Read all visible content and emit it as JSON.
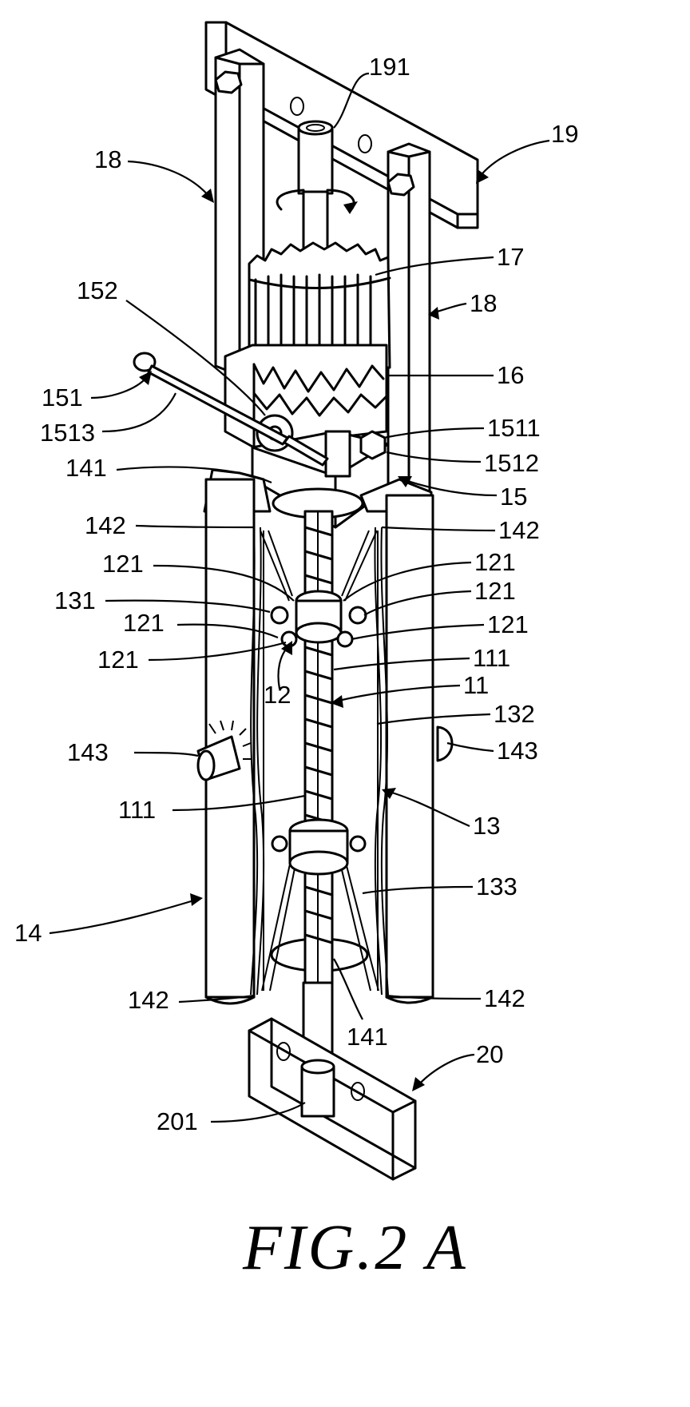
{
  "caption": "FIG.2 A",
  "labels": [
    {
      "id": "l191",
      "text": "191"
    },
    {
      "id": "l19",
      "text": "19"
    },
    {
      "id": "l18a",
      "text": "18"
    },
    {
      "id": "l18b",
      "text": "18"
    },
    {
      "id": "l17",
      "text": "17"
    },
    {
      "id": "l152",
      "text": "152"
    },
    {
      "id": "l16",
      "text": "16"
    },
    {
      "id": "l151",
      "text": "151"
    },
    {
      "id": "l1513",
      "text": "1513"
    },
    {
      "id": "l1511",
      "text": "1511"
    },
    {
      "id": "l141a",
      "text": "141"
    },
    {
      "id": "l1512",
      "text": "1512"
    },
    {
      "id": "l15",
      "text": "15"
    },
    {
      "id": "l142a",
      "text": "142"
    },
    {
      "id": "l142b",
      "text": "142"
    },
    {
      "id": "l121a",
      "text": "121"
    },
    {
      "id": "l121b",
      "text": "121"
    },
    {
      "id": "l131",
      "text": "131"
    },
    {
      "id": "l121c",
      "text": "121"
    },
    {
      "id": "l121d",
      "text": "121"
    },
    {
      "id": "l121e",
      "text": "121"
    },
    {
      "id": "l121f",
      "text": "121"
    },
    {
      "id": "l111a",
      "text": "111"
    },
    {
      "id": "l12",
      "text": "12"
    },
    {
      "id": "l11",
      "text": "11"
    },
    {
      "id": "l132",
      "text": "132"
    },
    {
      "id": "l143a",
      "text": "143"
    },
    {
      "id": "l143b",
      "text": "143"
    },
    {
      "id": "l111b",
      "text": "111"
    },
    {
      "id": "l13",
      "text": "13"
    },
    {
      "id": "l14",
      "text": "14"
    },
    {
      "id": "l133",
      "text": "133"
    },
    {
      "id": "l142c",
      "text": "142"
    },
    {
      "id": "l142d",
      "text": "142"
    },
    {
      "id": "l141b",
      "text": "141"
    },
    {
      "id": "l20",
      "text": "20"
    },
    {
      "id": "l201",
      "text": "201"
    }
  ]
}
